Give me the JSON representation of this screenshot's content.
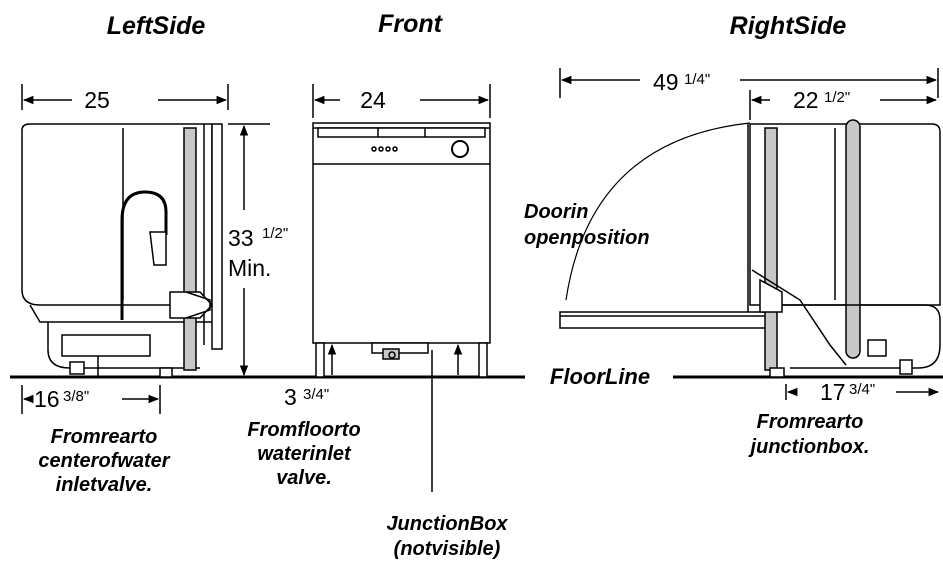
{
  "titles": {
    "left": "LeftSide",
    "front": "Front",
    "right": "RightSide"
  },
  "dimensions": {
    "left_width": "25",
    "front_width": "24",
    "height_whole": "33",
    "height_frac": "1/2\"",
    "height_note": "Min.",
    "door_open_whole": "49",
    "door_open_frac": "1/4\"",
    "right_depth_whole": "22",
    "right_depth_frac": "1/2\"",
    "water_inlet_whole": "16",
    "water_inlet_frac": "3/8\"",
    "inlet_height_whole": "3",
    "inlet_height_frac": "3/4\"",
    "junction_whole": "17",
    "junction_frac": "3/4\""
  },
  "labels": {
    "door_line1": "Doorin",
    "door_line2": "openposition",
    "floor_line": "FloorLine",
    "water_inlet": [
      "Fromrearto",
      "centerofwater",
      "inletvalve."
    ],
    "floor_to_inlet": [
      "Fromfloorto",
      "waterinlet",
      "valve."
    ],
    "junction_box": [
      "JunctionBox",
      "(notvisible)"
    ],
    "rear_to_junction": [
      "Fromrearto",
      "junctionbox."
    ]
  },
  "colors": {
    "line": "#000000",
    "fill": "#ffffff",
    "shade": "#c8c8c8"
  }
}
